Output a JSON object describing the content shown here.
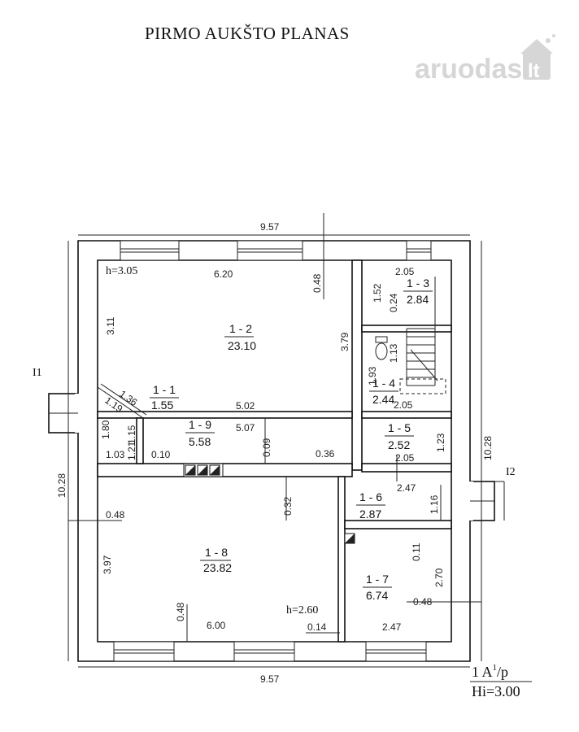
{
  "title": "PIRMO AUKŠTO PLANAS",
  "watermark": {
    "brand": "aruodas",
    "tld": "lt"
  },
  "rooms": [
    {
      "id": "1 - 1",
      "area": "1.55"
    },
    {
      "id": "1 - 2",
      "area": "23.10"
    },
    {
      "id": "1 - 3",
      "area": "2.84"
    },
    {
      "id": "1 - 4",
      "area": "2.44"
    },
    {
      "id": "1 - 5",
      "area": "2.52"
    },
    {
      "id": "1 - 6",
      "area": "2.87"
    },
    {
      "id": "1 - 7",
      "area": "6.74"
    },
    {
      "id": "1 - 8",
      "area": "23.82"
    },
    {
      "id": "1 - 9",
      "area": "5.58"
    }
  ],
  "heights": {
    "upper": "h=3.05",
    "lower": "h=2.60"
  },
  "entrances": [
    "I1",
    "I2"
  ],
  "dimensions": {
    "top_total": "9.57",
    "bottom_total": "9.57",
    "left_total": "10.28",
    "right_total": "10.28",
    "r2_width": "6.20",
    "r2_depth_left": "3.11",
    "r2_depth_right": "3.79",
    "r2_wall": "0.48",
    "r3_width": "2.05",
    "r3_depth": "1.52",
    "r3_wall": "0.24",
    "r4_depth": "1.93",
    "r4_wall": "1.13",
    "r4_width": "2.05",
    "r1_a": "1.36",
    "r1_b": "1.19",
    "r1_c": "1.80",
    "r1_d": "1.15",
    "r1_e": "1.21",
    "r1_f": "1.03",
    "r1_g": "0.10",
    "r9_top": "5.02",
    "r9_width": "5.07",
    "r9_wall": "0.09",
    "r9_end": "0.36",
    "r5_width": "2.05",
    "r5_depth": "1.23",
    "r6_width": "2.47",
    "r6_depth": "1.16",
    "r8_wall": "0.32",
    "r8_left_wall": "0.48",
    "r8_depth": "3.97",
    "r8_bottom_wall": "0.48",
    "r8_width": "6.00",
    "r8_door": "0.14",
    "r7_wall": "0.11",
    "r7_depth": "2.70",
    "r7_side_wall": "0.48",
    "r7_width": "2.47"
  },
  "legend": {
    "line1": "1 A",
    "sup": "1",
    "line1_tail": "/p",
    "line2": "Hi=3.00"
  }
}
